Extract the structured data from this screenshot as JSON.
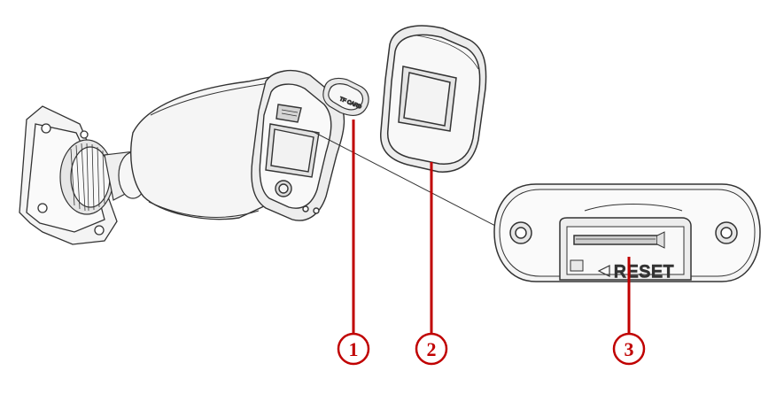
{
  "callouts": [
    {
      "number": "1"
    },
    {
      "number": "2"
    },
    {
      "number": "3"
    }
  ],
  "cap_label": "TF CARD",
  "reset_label": "RESET",
  "colors": {
    "callout": "#c00000",
    "line": "#333333",
    "fill_light": "#f2f2f2",
    "fill_mid": "#d9d9d9"
  }
}
